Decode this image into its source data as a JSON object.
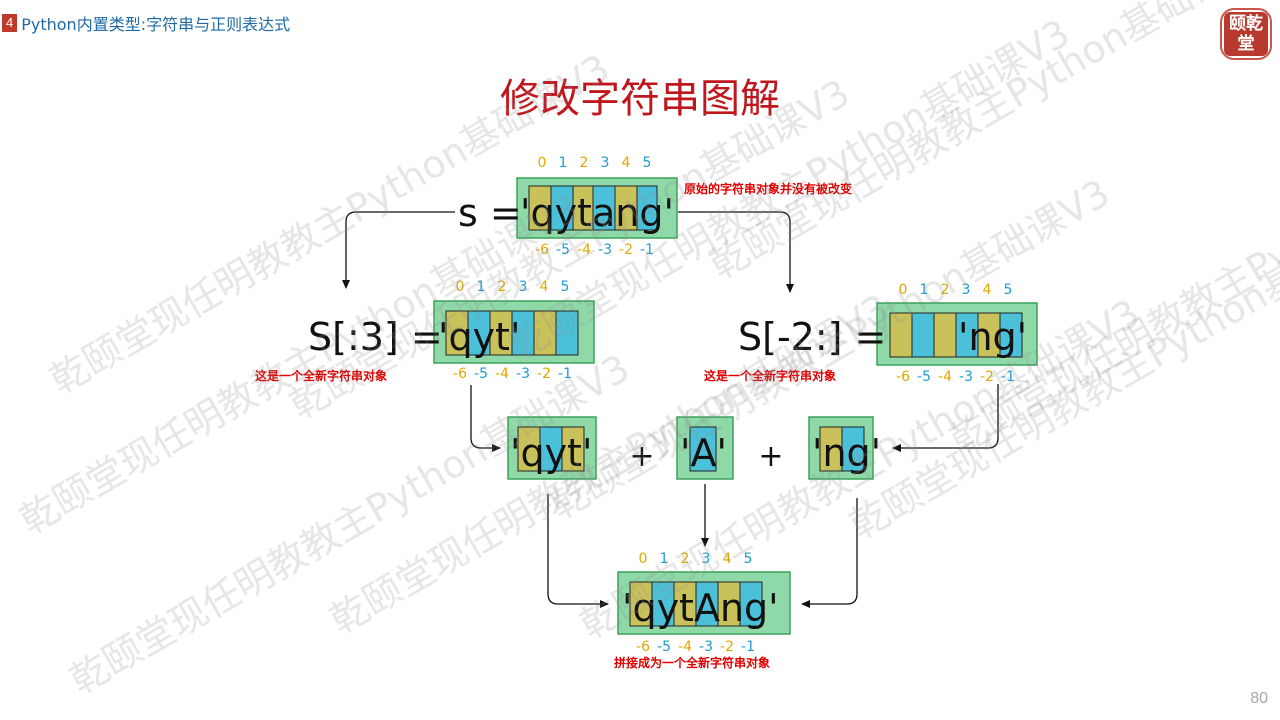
{
  "header": {
    "section_number": "4",
    "section_title": "Python内置类型:字符串与正则表达式"
  },
  "logo": {
    "text": "颐乾堂"
  },
  "title": "修改字符串图解",
  "page_number": "80",
  "watermark": "乾颐堂现任明教教主Python基础课V3",
  "colors": {
    "yellow_cell": "#c9c25b",
    "blue_cell": "#4bc0d9",
    "green_box": "#8fd9a8",
    "pos_index_yellow": "#e0a800",
    "pos_index_blue": "#1f9bd0",
    "note_red": "#e00000",
    "title_red": "#c0171f"
  },
  "original": {
    "label": "s = ",
    "string_text": "'qytang'",
    "chars": [
      "q",
      "y",
      "t",
      "a",
      "n",
      "g"
    ],
    "pos_indices": [
      "0",
      "1",
      "2",
      "3",
      "4",
      "5"
    ],
    "neg_indices": [
      "-6",
      "-5",
      "-4",
      "-3",
      "-2",
      "-1"
    ],
    "note": "原始的字符串对象并没有被改变"
  },
  "slice_left": {
    "label": "S[:3] = ",
    "string_text": "'qyt'",
    "pos_indices": [
      "0",
      "1",
      "2",
      "3",
      "4",
      "5"
    ],
    "neg_indices": [
      "-6",
      "-5",
      "-4",
      "-3",
      "-2",
      "-1"
    ],
    "note": "这是一个全新字符串对象"
  },
  "slice_right": {
    "label": "S[-2:] = ",
    "string_text": "'ng'",
    "pos_indices": [
      "0",
      "1",
      "2",
      "3",
      "4",
      "5"
    ],
    "neg_indices": [
      "-6",
      "-5",
      "-4",
      "-3",
      "-2",
      "-1"
    ],
    "note": "这是一个全新字符串对象"
  },
  "concat": {
    "part1": "'qyt'",
    "plus1": "+",
    "part2": "'A'",
    "plus2": "+",
    "part3": "'ng'"
  },
  "result": {
    "string_text": "'qytAng'",
    "pos_indices": [
      "0",
      "1",
      "2",
      "3",
      "4",
      "5"
    ],
    "neg_indices": [
      "-6",
      "-5",
      "-4",
      "-3",
      "-2",
      "-1"
    ],
    "note": "拼接成为一个全新字符串对象"
  }
}
